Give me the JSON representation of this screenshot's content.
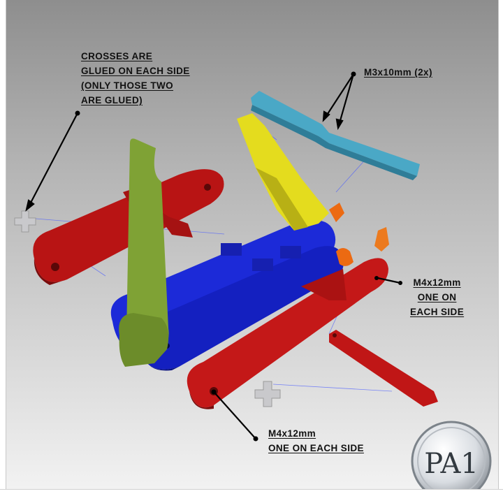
{
  "callouts": {
    "crosses": [
      "CROSSES ARE",
      "GLUED ON EACH SIDE",
      "(ONLY THOSE TWO",
      "ARE GLUED)"
    ],
    "m3_screws": "M3x10mm (2x)",
    "m4_right": [
      "M4x12mm",
      "ONE ON",
      "EACH SIDE"
    ],
    "m4_bottom": [
      "M4x12mm",
      "ONE ON EACH SIDE"
    ]
  },
  "logo": {
    "text": "PA1"
  },
  "colors": {
    "red_part": "#c01616",
    "blue_part": "#1420c8",
    "green_part": "#7f9e33",
    "yellow_part": "#d8d21c",
    "cyan_part": "#4aa3c0",
    "orange_part": "#e86a12",
    "cross_part": "#c8c8c8"
  }
}
